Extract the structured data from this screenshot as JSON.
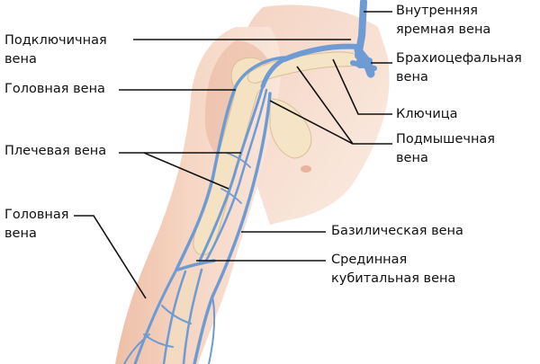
{
  "labels": {
    "internal_jugular": [
      "Внутренняя",
      "яремная вена"
    ],
    "subclavian": [
      "Подключичная",
      "вена"
    ],
    "brachiocephalic": [
      "Брахиоцефальная",
      "вена"
    ],
    "cephalic_upper": [
      "Головная вена"
    ],
    "clavicle": [
      "Ключица"
    ],
    "axillary": [
      "Подмышечная",
      "вена"
    ],
    "brachial": [
      "Плечевая вена"
    ],
    "cephalic_lower": [
      "Головная",
      "вена"
    ],
    "basilic": [
      "Базилическая вена"
    ],
    "median_cubital": [
      "Срединная",
      "кубитальная вена"
    ]
  },
  "colors": {
    "skin_light": "#f9e3d6",
    "skin": "#f3cdb8",
    "skin_shadow": "#e5b39b",
    "muscle": "#e7b8a4",
    "bone": "#f6e6c6",
    "bone_edge": "#d9bf93",
    "vein": "#6e9bd3",
    "vein_dark": "#4d7fbf",
    "leader": "#111111"
  }
}
